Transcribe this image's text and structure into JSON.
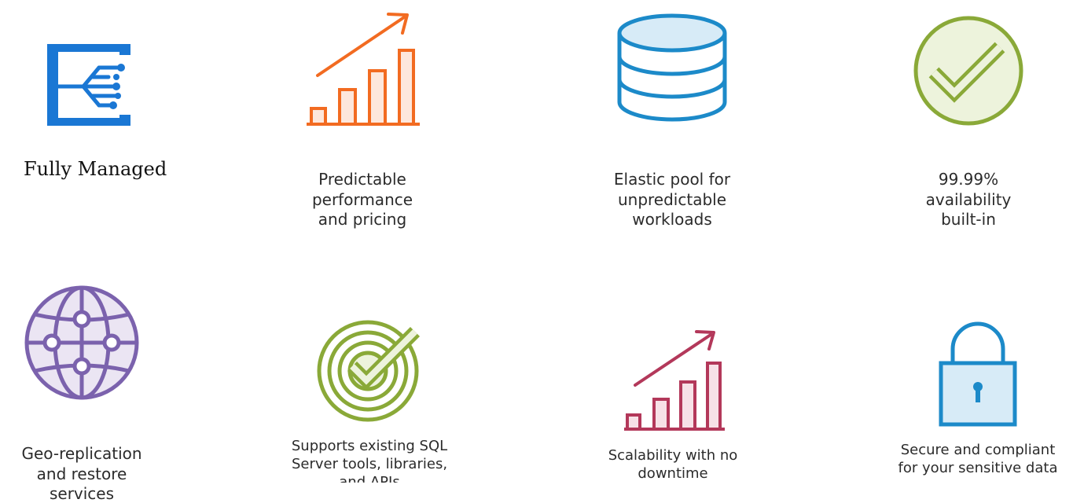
{
  "features": [
    {
      "id": "fully-managed",
      "icon": "managed-service-icon",
      "color": "#1a77d4",
      "label_lines": [
        "Fully Managed"
      ]
    },
    {
      "id": "predictable-performance",
      "icon": "bar-chart-growth-icon",
      "color": "#f26b21",
      "label_lines": [
        "Predictable",
        "performance",
        "and pricing"
      ]
    },
    {
      "id": "elastic-pool",
      "icon": "database-icon",
      "color": "#1c8ac9",
      "label_lines": [
        "Elastic pool for",
        "unpredictable",
        "workloads"
      ]
    },
    {
      "id": "availability",
      "icon": "checkmark-circle-icon",
      "color": "#8aa938",
      "label_lines": [
        "99.99%",
        "availability",
        "built-in"
      ]
    },
    {
      "id": "geo-replication",
      "icon": "globe-network-icon",
      "color": "#7b62ad",
      "label_lines": [
        "Geo-replication",
        "and restore",
        "services"
      ]
    },
    {
      "id": "sql-tools",
      "icon": "target-checkmark-icon",
      "color": "#8aa938",
      "label_lines": [
        "Supports existing SQL",
        "Server tools, libraries,",
        "and APIs"
      ]
    },
    {
      "id": "scalability",
      "icon": "bar-chart-growth-icon",
      "color": "#b3385a",
      "label_lines": [
        "Scalability with no",
        "downtime"
      ]
    },
    {
      "id": "security",
      "icon": "padlock-icon",
      "color": "#1c8ac9",
      "label_lines": [
        "Secure and compliant",
        "for your sensitive data"
      ]
    }
  ]
}
